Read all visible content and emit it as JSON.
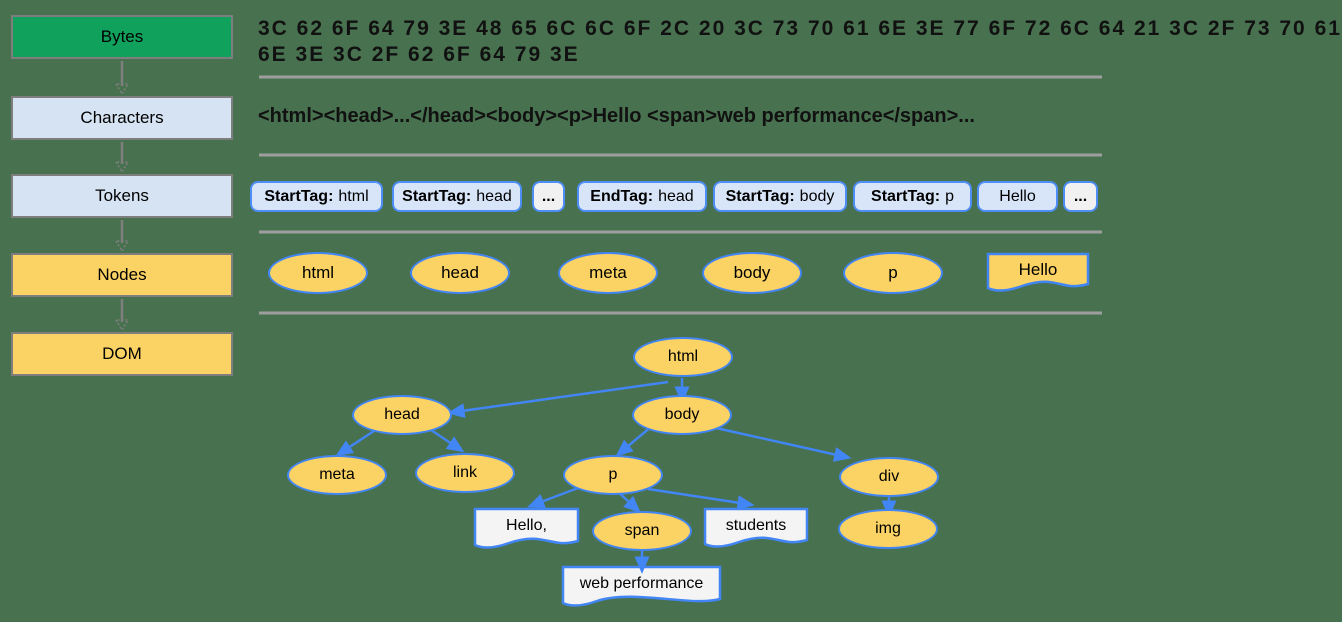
{
  "pipeline": {
    "stages": [
      {
        "label": "Bytes"
      },
      {
        "label": "Characters"
      },
      {
        "label": "Tokens"
      },
      {
        "label": "Nodes"
      },
      {
        "label": "DOM"
      }
    ]
  },
  "bytes": {
    "line1": "3C 62 6F 64 79 3E 48 65 6C 6C 6F 2C 20 3C 73 70 61 6E 3E 77 6F 72 6C 64 21 3C 2F 73 70 61",
    "line2": "6E 3E 3C 2F 62 6F 64 79 3E"
  },
  "characters": {
    "text": "<html><head>...</head><body><p>Hello <span>web performance</span>..."
  },
  "tokens": {
    "items": [
      {
        "label": "StartTag:",
        "value": "html"
      },
      {
        "label": "StartTag:",
        "value": "head"
      },
      {
        "label": "..."
      },
      {
        "label": "EndTag:",
        "value": "head"
      },
      {
        "label": "StartTag:",
        "value": "body"
      },
      {
        "label": "StartTag:",
        "value": "p"
      },
      {
        "label": "Hello"
      },
      {
        "label": "..."
      }
    ]
  },
  "nodes_row": {
    "items": [
      {
        "label": "html"
      },
      {
        "label": "head"
      },
      {
        "label": "meta"
      },
      {
        "label": "body"
      },
      {
        "label": "p"
      }
    ],
    "text_node": {
      "label": "Hello"
    }
  },
  "dom": {
    "nodes": [
      {
        "label": "html"
      },
      {
        "label": "head"
      },
      {
        "label": "body"
      },
      {
        "label": "meta"
      },
      {
        "label": "link"
      },
      {
        "label": "p"
      },
      {
        "label": "div"
      },
      {
        "label": "span"
      },
      {
        "label": "img"
      }
    ],
    "text_nodes": [
      {
        "label": "Hello,"
      },
      {
        "label": "students"
      },
      {
        "label": "web performance"
      }
    ]
  },
  "colors": {
    "background": "#48714F",
    "bytes_stage_fill": "#10A15C",
    "chars_tokens_stage_fill": "#D6E3F3",
    "nodes_dom_stage_fill": "#FBD364",
    "stage_border": "#7E7E7E",
    "token_fill": "#D8E5F9",
    "token_ellipsis_fill": "#F1F1F1",
    "token_border": "#4C8DF6",
    "node_fill": "#FBD364",
    "node_border": "#4285F4",
    "text_node_fill": "#F4F4F4",
    "tree_arrow": "#4285F4",
    "flow_arrow": "#7F7F7F",
    "separator": "#9E9E9E"
  }
}
